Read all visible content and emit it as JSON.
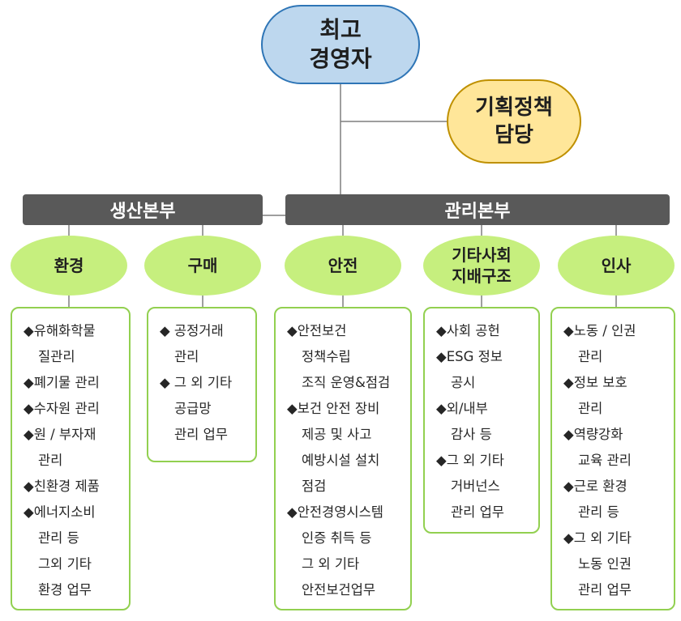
{
  "ceo": {
    "lines": [
      "최고",
      "경영자"
    ]
  },
  "planning": {
    "lines": [
      "기획정책",
      "담당"
    ]
  },
  "divisions": {
    "production": "생산본부",
    "management": "관리본부"
  },
  "departments": [
    {
      "lines": [
        "환경"
      ]
    },
    {
      "lines": [
        "구매"
      ]
    },
    {
      "lines": [
        "안전"
      ]
    },
    {
      "lines": [
        "기타사회",
        "지배구조"
      ]
    },
    {
      "lines": [
        "인사"
      ]
    }
  ],
  "boxes": [
    [
      {
        "t": "item",
        "s": "◆유해화학물"
      },
      {
        "t": "cont",
        "s": "질관리"
      },
      {
        "t": "item",
        "s": "◆폐기물 관리"
      },
      {
        "t": "item",
        "s": "◆수자원 관리"
      },
      {
        "t": "item",
        "s": "◆원 / 부자재"
      },
      {
        "t": "cont",
        "s": "관리"
      },
      {
        "t": "item",
        "s": "◆친환경 제품"
      },
      {
        "t": "item",
        "s": "◆에너지소비"
      },
      {
        "t": "cont",
        "s": "관리 등"
      },
      {
        "t": "plain",
        "s": "그외 기타"
      },
      {
        "t": "plain",
        "s": "환경 업무"
      }
    ],
    [
      {
        "t": "item",
        "s": "◆ 공정거래"
      },
      {
        "t": "cont",
        "s": "관리"
      },
      {
        "t": "item",
        "s": "◆ 그 외 기타"
      },
      {
        "t": "cont",
        "s": "공급망"
      },
      {
        "t": "cont",
        "s": "관리 업무"
      }
    ],
    [
      {
        "t": "item",
        "s": "◆안전보건"
      },
      {
        "t": "cont",
        "s": "정책수립"
      },
      {
        "t": "cont",
        "s": "조직 운영&점검"
      },
      {
        "t": "item",
        "s": "◆보건 안전 장비"
      },
      {
        "t": "cont",
        "s": "제공 및 사고"
      },
      {
        "t": "cont",
        "s": "예방시설 설치"
      },
      {
        "t": "cont",
        "s": "점검"
      },
      {
        "t": "item",
        "s": "◆안전경영시스템"
      },
      {
        "t": "cont",
        "s": "인증 취득 등"
      },
      {
        "t": "plain",
        "s": "그 외 기타"
      },
      {
        "t": "plain",
        "s": "안전보건업무"
      }
    ],
    [
      {
        "t": "item",
        "s": "◆사회 공헌"
      },
      {
        "t": "item",
        "s": "◆ESG 정보"
      },
      {
        "t": "cont",
        "s": "공시"
      },
      {
        "t": "item",
        "s": "◆외/내부"
      },
      {
        "t": "cont",
        "s": "감사 등"
      },
      {
        "t": "item",
        "s": "◆그 외 기타"
      },
      {
        "t": "cont",
        "s": "거버넌스"
      },
      {
        "t": "cont",
        "s": "관리 업무"
      }
    ],
    [
      {
        "t": "item",
        "s": "◆노동 / 인권"
      },
      {
        "t": "cont",
        "s": "관리"
      },
      {
        "t": "item",
        "s": "◆정보 보호"
      },
      {
        "t": "cont",
        "s": "관리"
      },
      {
        "t": "item",
        "s": "◆역량강화"
      },
      {
        "t": "cont",
        "s": "교육 관리"
      },
      {
        "t": "item",
        "s": "◆근로 환경"
      },
      {
        "t": "cont",
        "s": "관리 등"
      },
      {
        "t": "item",
        "s": "◆그 외 기타"
      },
      {
        "t": "cont",
        "s": "노동 인권"
      },
      {
        "t": "cont",
        "s": "관리 업무"
      }
    ]
  ],
  "colors": {
    "ceo_fill": "#bdd7ee",
    "ceo_border": "#2e75b6",
    "planning_fill": "#ffe699",
    "planning_border": "#bf9000",
    "division_fill": "#595959",
    "department_fill": "#c6ef7e",
    "box_border": "#92d050",
    "connector": "#7f7f7f"
  }
}
